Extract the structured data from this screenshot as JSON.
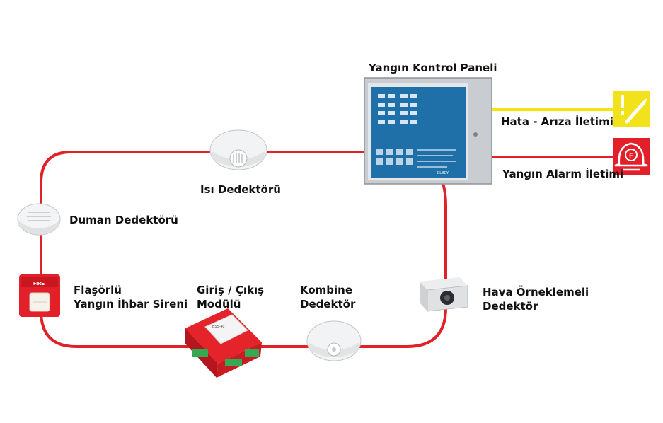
{
  "labels": {
    "panel": "Yangın Kontrol Paneli",
    "heat_detector": "Isı Dedektörü",
    "smoke_detector": "Duman Dedektörü",
    "siren_line1": "Flaşörlü",
    "siren_line2": "Yangın İhbar Sireni",
    "io_module_line1": "Giriş / Çıkış",
    "io_module_line2": "Modülü",
    "combined_line1": "Kombine",
    "combined_line2": "Dedektör",
    "air_sampling_line1": "Hava Örneklemeli",
    "air_sampling_line2": "Dedektör",
    "fault_transmission": "Hata - Arıza İletimi",
    "alarm_transmission": "Yangın Alarm İletimi"
  },
  "device_text": {
    "siren_badge": "FIRE",
    "panel_brand": "ELBEY",
    "module_code": "BSS-40"
  },
  "icons": {
    "fault_icon": "exclamation-screwdriver-icon",
    "alarm_icon": "fire-helmet-icon"
  },
  "colors": {
    "loop_line": "#e02127",
    "fault_line": "#f5e50a",
    "alarm_line": "#e02127",
    "panel_face": "#1f6fa8",
    "fault_icon_bg": "#f2e21c",
    "alarm_icon_bg": "#e3202a"
  }
}
